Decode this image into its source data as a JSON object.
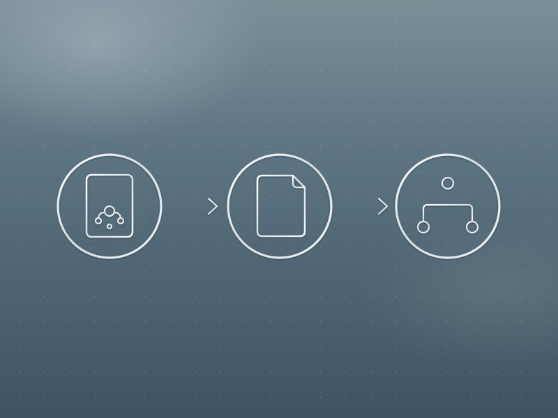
{
  "diagram": {
    "nodes": [
      {
        "id": "node-1",
        "icon": "document-with-seal-icon"
      },
      {
        "id": "node-2",
        "icon": "document-icon"
      },
      {
        "id": "node-3",
        "icon": "hierarchy-tree-icon"
      }
    ],
    "edges": [
      {
        "from": "node-1",
        "to": "node-2",
        "icon": "arrow-right-icon"
      },
      {
        "from": "node-2",
        "to": "node-3",
        "icon": "arrow-right-icon"
      }
    ]
  },
  "colors": {
    "background_top": "#7b8f99",
    "background_bottom": "#3f5462",
    "icon_stroke": "#e6eaec"
  }
}
